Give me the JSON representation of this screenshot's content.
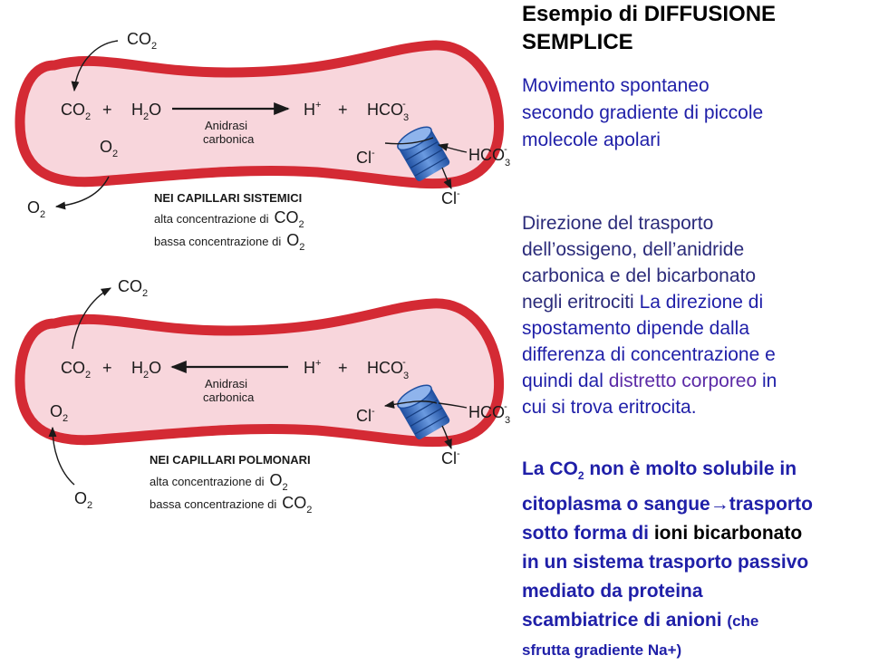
{
  "title": {
    "line1": "Esempio di DIFFUSIONE",
    "line2": "SEMPLICE"
  },
  "intro": {
    "line1": "Movimento spontaneo",
    "line2": "secondo gradiente di piccole",
    "line3": "molecole apolari"
  },
  "direction": {
    "l1": "Direzione del trasporto",
    "l2": "dell’ossigeno, dell’anidride",
    "l3": "carbonica e del bicarbonato",
    "l4a": "negli eritrociti ",
    "arrow": "",
    "l4b": "La direzione di",
    "l5": "spostamento dipende dalla",
    "l6": "differenza di concentrazione e",
    "l7a": "quindi dal ",
    "l7b": "distretto corporeo",
    "l7c": " in",
    "l8": "cui si trova eritrocita."
  },
  "co2_text": {
    "l1a": "La CO",
    "l1sub": "2",
    "l1b": " non è molto solubile in",
    "l2a": "citoplasma o sangue",
    "l2arrow": "→",
    "l2b": "trasporto",
    "l3a": "sotto forma di ",
    "l3b": "ioni bicarbonato",
    "l4": "in un sistema trasporto passivo",
    "l5": "mediato da proteina",
    "l6a": "scambiatrice di anioni ",
    "l6b": "(che",
    "l7": "sfrutta gradiente Na+)"
  },
  "diagram": {
    "top": {
      "co2_out": "CO",
      "co2_out_sub": "2",
      "co2": "CO",
      "co2_sub": "2",
      "plus1": "+",
      "h2o_a": "H",
      "h2o_sub": "2",
      "h2o_b": "O",
      "h": "H",
      "h_sup": "+",
      "plus2": "+",
      "hco3": "HCO",
      "hco3_sub": "3",
      "hco3_sup": "-",
      "enzyme1": "Anidrasi",
      "enzyme2": "carbonica",
      "o2": "O",
      "o2_sub": "2",
      "cl": "Cl",
      "cl_sup": "-",
      "hco3_out": "HCO",
      "hco3_out_sub": "3",
      "hco3_out_sup": "-",
      "cl_out": "Cl",
      "cl_out_sup": "-",
      "o2_out": "O",
      "o2_out_sub": "2",
      "caption_title": "NEI CAPILLARI SISTEMICI",
      "caption_l1": "alta concentrazione di",
      "caption_l1_val": "CO",
      "caption_l1_sub": "2",
      "caption_l2": "bassa concentrazione di",
      "caption_l2_val": "O",
      "caption_l2_sub": "2"
    },
    "bottom": {
      "co2_out": "CO",
      "co2_out_sub": "2",
      "co2": "CO",
      "co2_sub": "2",
      "plus1": "+",
      "h2o_a": "H",
      "h2o_sub": "2",
      "h2o_b": "O",
      "h": "H",
      "h_sup": "+",
      "plus2": "+",
      "hco3": "HCO",
      "hco3_sub": "3",
      "hco3_sup": "-",
      "enzyme1": "Anidrasi",
      "enzyme2": "carbonica",
      "o2": "O",
      "o2_sub": "2",
      "cl": "Cl",
      "cl_sup": "-",
      "hco3_out": "HCO",
      "hco3_out_sub": "3",
      "hco3_out_sup": "-",
      "cl_out": "Cl",
      "cl_out_sup": "-",
      "o2_out": "O",
      "o2_out_sub": "2",
      "caption_title": "NEI CAPILLARI POLMONARI",
      "caption_l1": "alta concentrazione di",
      "caption_l1_val": "O",
      "caption_l1_sub": "2",
      "caption_l2": "bassa concentrazione di",
      "caption_l2_val": "CO",
      "caption_l2_sub": "2"
    }
  },
  "colors": {
    "membrane": "#d42a34",
    "cytoplasm": "#f8d6dc",
    "transporter": "#3b6fc4",
    "heading": "#1f1fa8"
  }
}
